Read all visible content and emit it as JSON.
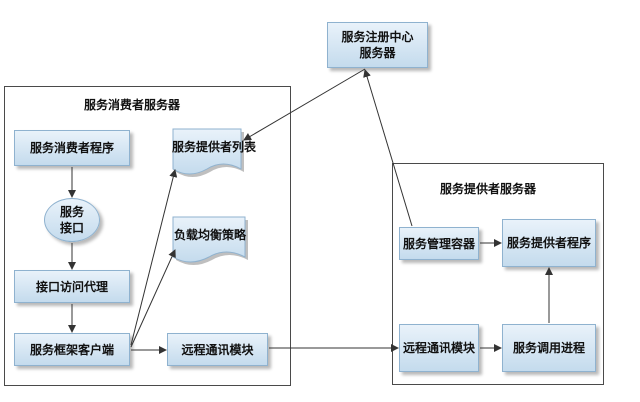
{
  "registry": {
    "line1": "服务注册中心",
    "line2": "服务器"
  },
  "consumer_server": {
    "title": "服务消费者服务器",
    "program": "服务消费者程序",
    "interface_line1": "服务",
    "interface_line2": "接口",
    "proxy": "接口访问代理",
    "framework_client": "服务框架客户端",
    "provider_list": "服务提供者列表",
    "load_balance": "负载均衡策略",
    "remote_module": "远程通讯模块"
  },
  "provider_server": {
    "title": "服务提供者服务器",
    "manager": "服务管理容器",
    "program": "服务提供者程序",
    "remote_module": "远程通讯模块",
    "invoke_process": "服务调用进程"
  },
  "colors": {
    "node_top": "#e9f2fa",
    "node_bottom": "#c4dbed",
    "border": "#8fb2cf",
    "arrow": "#333333"
  }
}
